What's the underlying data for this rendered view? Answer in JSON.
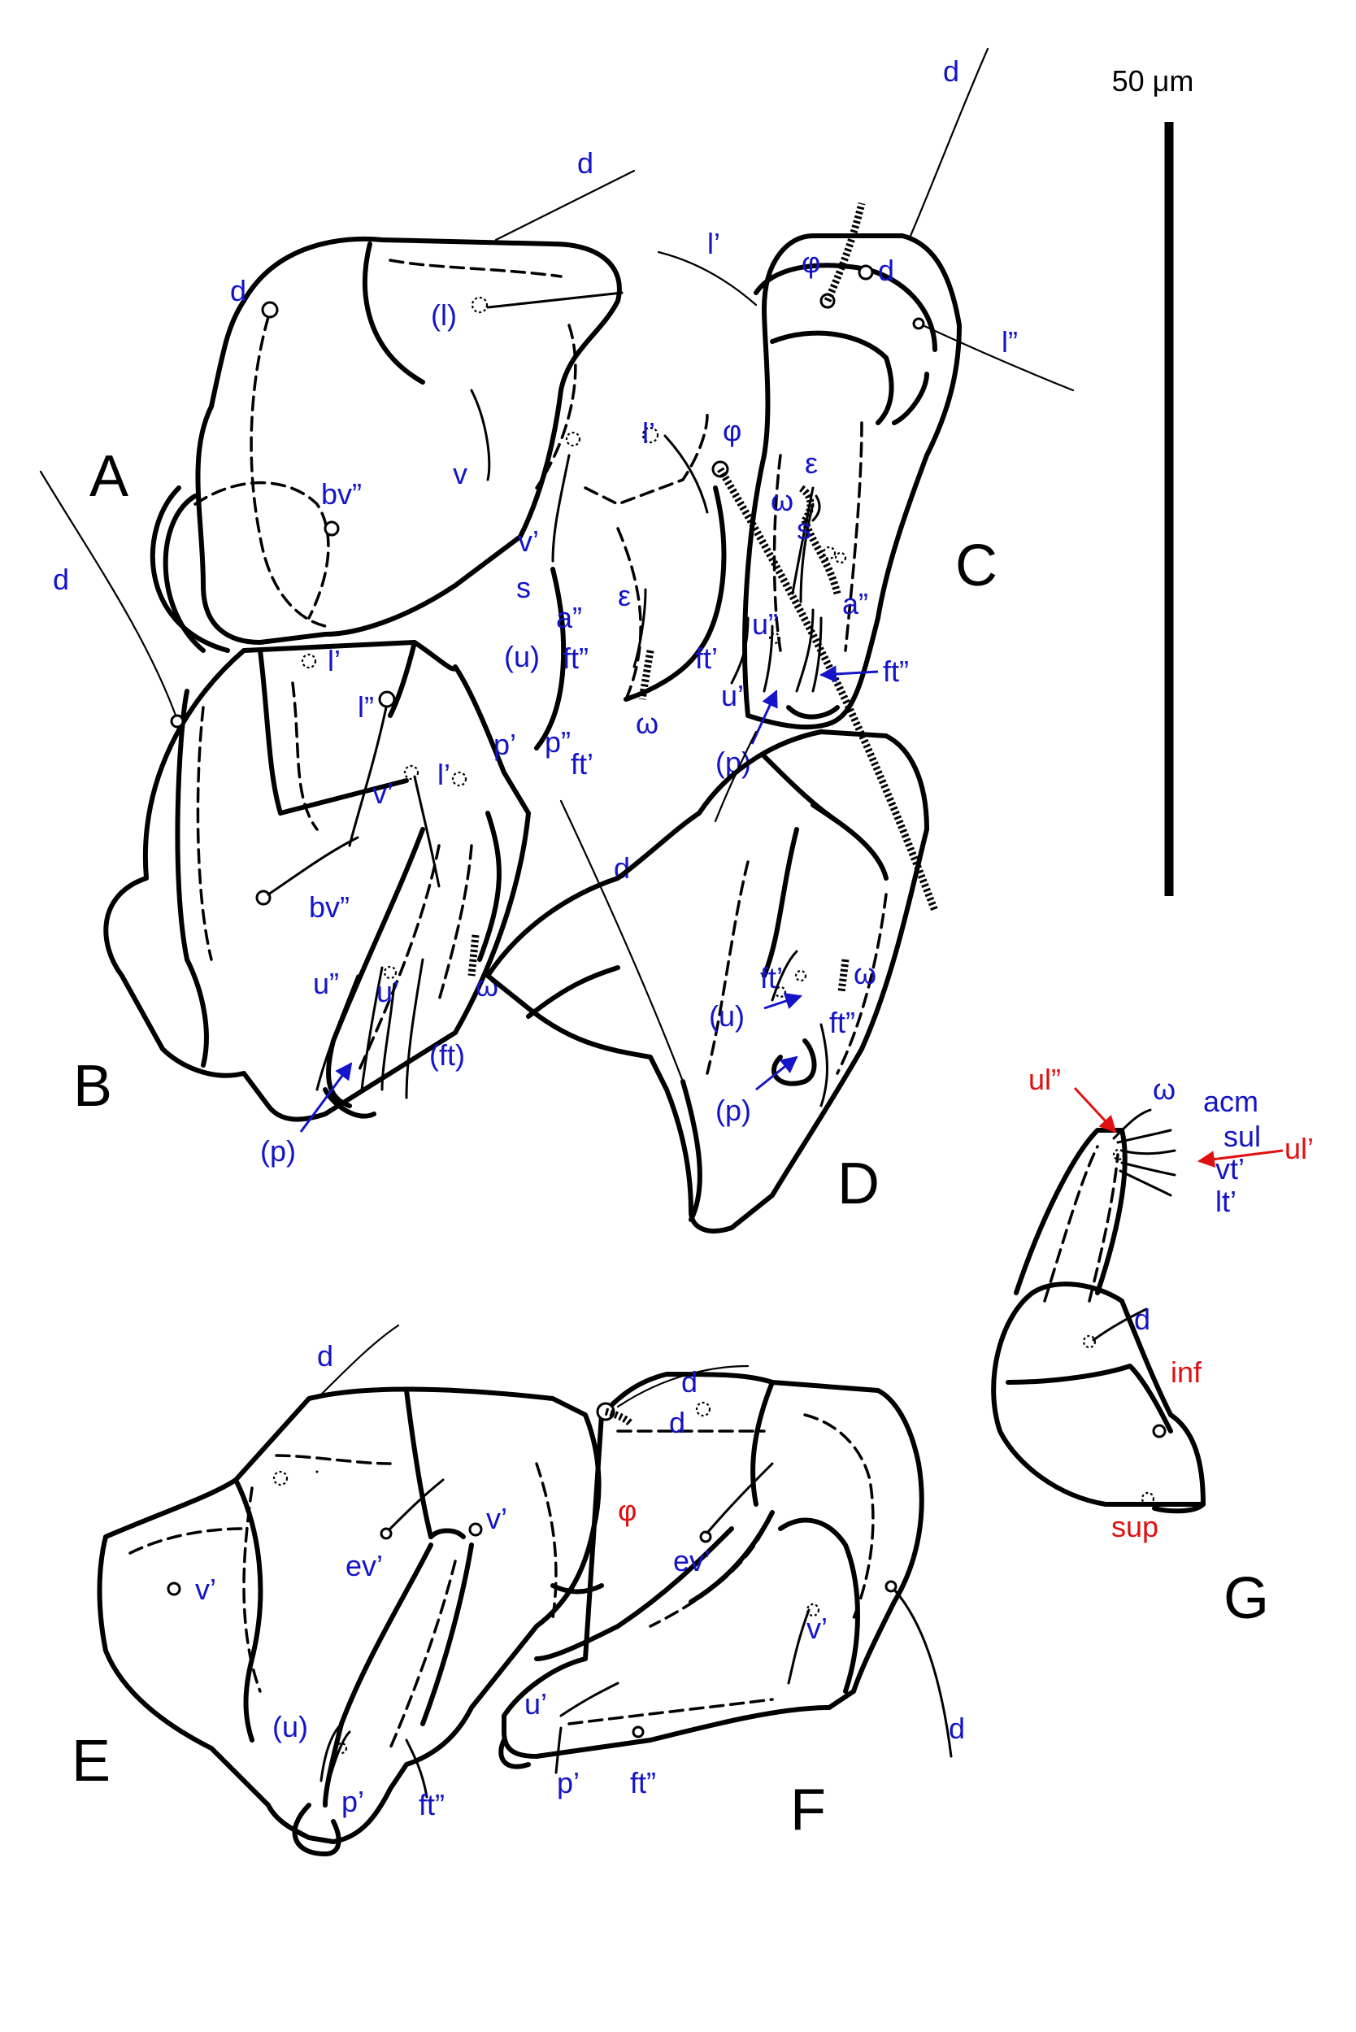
{
  "scale_bar": {
    "label": "50 μm"
  },
  "panels": {
    "A": "A",
    "B": "B",
    "C": "C",
    "D": "D",
    "E": "E",
    "F": "F",
    "G": "G"
  },
  "labels": {
    "d": "d",
    "l_paren": "(l)",
    "l_prime": "l’",
    "l_dprime": "l”",
    "v": "v",
    "v_prime": "v’",
    "bv_dprime": "bv”",
    "s": "s",
    "a_dprime": "a”",
    "u_paren": "(u)",
    "ft_dprime": "ft”",
    "ft_prime": "ft’",
    "ft_paren": "(ft)",
    "p_prime": "p’",
    "p_dprime": "p”",
    "p_paren": "(p)",
    "u_prime": "u’",
    "u_dprime": "u”",
    "omega": "ω",
    "epsilon": "ε",
    "phi": "φ",
    "ev_prime": "ev’",
    "ul_dprime": "ul”",
    "ul_prime": "ul’",
    "acm": "acm",
    "sul": "sul",
    "vt_prime": "vt’",
    "lt_prime": "lt’",
    "inf": "inf",
    "sup": "sup"
  },
  "colors": {
    "label": "#1414c8",
    "highlight": "#e01010",
    "line": "#000000"
  }
}
